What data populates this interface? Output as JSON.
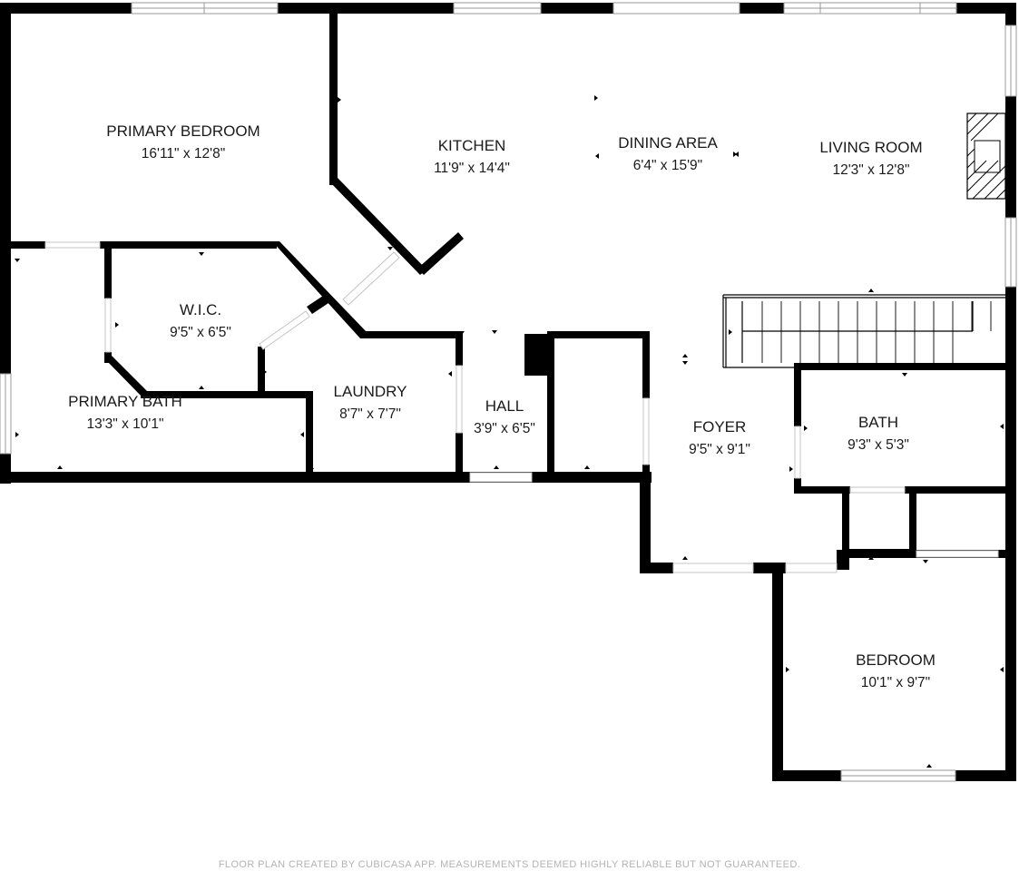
{
  "rooms": {
    "primary_bedroom": {
      "name": "PRIMARY BEDROOM",
      "dims": "16'11\" x 12'8\""
    },
    "kitchen": {
      "name": "KITCHEN",
      "dims": "11'9\" x 14'4\""
    },
    "dining_area": {
      "name": "DINING AREA",
      "dims": "6'4\" x 15'9\""
    },
    "living_room": {
      "name": "LIVING ROOM",
      "dims": "12'3\" x 12'8\""
    },
    "wic": {
      "name": "W.I.C.",
      "dims": "9'5\" x 6'5\""
    },
    "primary_bath": {
      "name": "PRIMARY BATH",
      "dims": "13'3\" x 10'1\""
    },
    "laundry": {
      "name": "LAUNDRY",
      "dims": "8'7\" x 7'7\""
    },
    "hall": {
      "name": "HALL",
      "dims": "3'9\" x 6'5\""
    },
    "foyer": {
      "name": "FOYER",
      "dims": "9'5\" x 9'1\""
    },
    "bath": {
      "name": "BATH",
      "dims": "9'3\" x 5'3\""
    },
    "bedroom": {
      "name": "BEDROOM",
      "dims": "10'1\" x 9'7\""
    }
  },
  "footer": {
    "disclaimer": "FLOOR PLAN CREATED BY CUBICASA APP. MEASUREMENTS DEEMED HIGHLY RELIABLE BUT NOT GUARANTEED."
  },
  "colors": {
    "wall": "#000000",
    "background": "#ffffff",
    "window": "#9a9a9a",
    "footer_text": "#b3b3b3"
  }
}
